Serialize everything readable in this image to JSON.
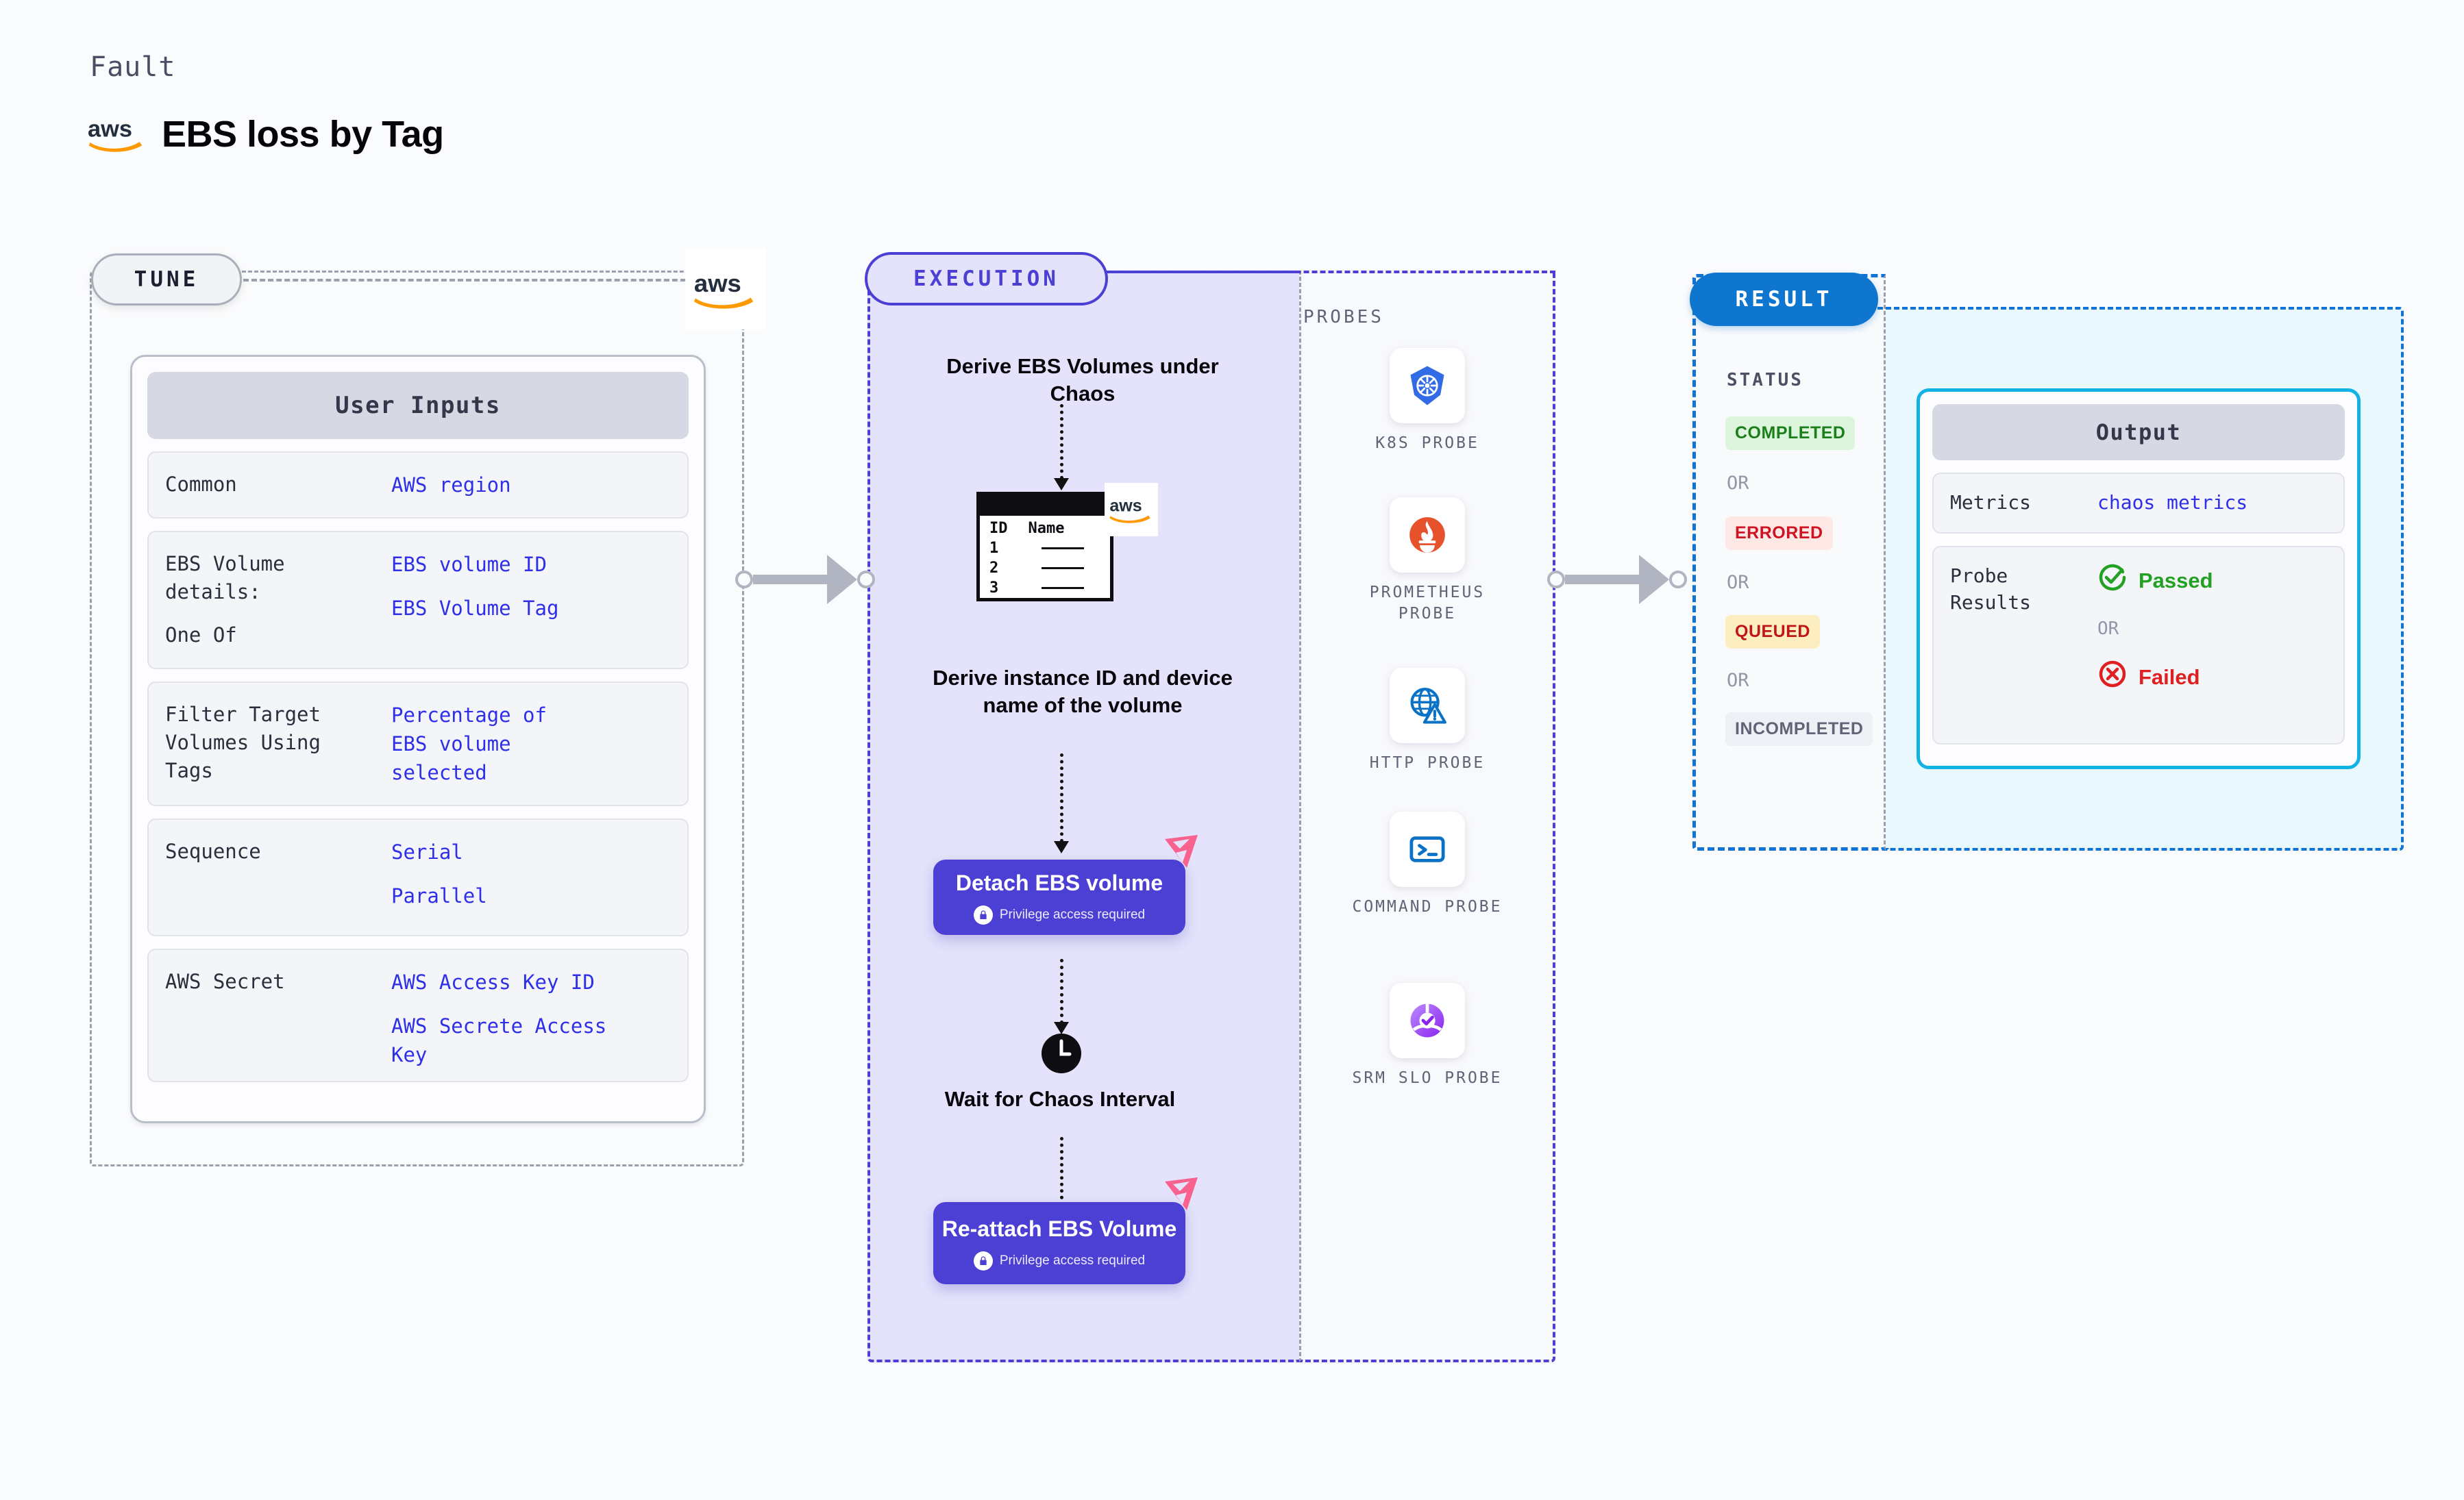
{
  "header": {
    "kicker": "Fault",
    "title": "EBS loss by Tag",
    "logo_icon": "aws-logo-icon"
  },
  "tune": {
    "pill_label": "TUNE",
    "aws_badge_icon": "aws-logo-icon",
    "card": {
      "header": "User Inputs",
      "rows": [
        {
          "label": "Common",
          "values": [
            "AWS region"
          ]
        },
        {
          "label": "EBS Volume details:\nOne Of",
          "label_l1": "EBS Volume",
          "label_l2": "details:",
          "label_l3": "One Of",
          "values": [
            "EBS volume ID",
            "EBS Volume Tag"
          ]
        },
        {
          "label": "Filter Target Volumes Using Tags",
          "label_l1": "Filter Target",
          "label_l2": "Volumes Using",
          "label_l3": "Tags",
          "values": [
            "Percentage of EBS volume selected"
          ]
        },
        {
          "label": "Sequence",
          "values": [
            "Serial",
            "Parallel"
          ]
        },
        {
          "label": "AWS Secret",
          "values": [
            "AWS Access Key ID",
            "AWS Secrete Access Key"
          ]
        }
      ]
    }
  },
  "execution": {
    "pill_label": "EXECUTION",
    "steps": [
      {
        "kind": "text",
        "title": "Derive EBS Volumes under Chaos"
      },
      {
        "kind": "table",
        "columns": [
          "ID",
          "Name"
        ],
        "rows": [
          "1",
          "2",
          "3"
        ],
        "badge_icon": "aws-logo-icon"
      },
      {
        "kind": "text",
        "title": "Derive instance ID and device name of the volume"
      },
      {
        "kind": "action",
        "title": "Detach EBS volume",
        "note": "Privilege access required",
        "note_icon": "lock-icon",
        "corner_icon": "harness-ribbon-icon"
      },
      {
        "kind": "wait",
        "icon": "clock-icon",
        "title": "Wait for Chaos Interval"
      },
      {
        "kind": "action",
        "title": "Re-attach EBS Volume",
        "note": "Privilege access required",
        "note_icon": "lock-icon",
        "corner_icon": "harness-ribbon-icon"
      }
    ]
  },
  "probes": {
    "title": "PROBES",
    "items": [
      {
        "label": "K8S PROBE",
        "icon": "kubernetes-icon"
      },
      {
        "label": "PROMETHEUS PROBE",
        "icon": "prometheus-icon"
      },
      {
        "label": "HTTP PROBE",
        "icon": "http-globe-warning-icon"
      },
      {
        "label": "COMMAND PROBE",
        "icon": "terminal-icon"
      },
      {
        "label": "SRM SLO PROBE",
        "icon": "srm-slo-icon"
      }
    ]
  },
  "result": {
    "pill_label": "RESULT",
    "status_title": "STATUS",
    "or_label": "OR",
    "statuses": [
      {
        "label": "COMPLETED",
        "bg": "#ddf5dd",
        "fg": "#1b7f1b"
      },
      {
        "label": "ERRORED",
        "bg": "#fde8e6",
        "fg": "#cf1322"
      },
      {
        "label": "QUEUED",
        "bg": "#fdeec2",
        "fg": "#c01616"
      },
      {
        "label": "INCOMPLETED",
        "bg": "#eef0f5",
        "fg": "#5f6476"
      }
    ],
    "output": {
      "header": "Output",
      "metrics_label": "Metrics",
      "metrics_value": "chaos metrics",
      "probe_results_label_l1": "Probe",
      "probe_results_label_l2": "Results",
      "passed_label": "Passed",
      "failed_label": "Failed",
      "or_label": "OR",
      "passed_icon": "check-circle-icon",
      "failed_icon": "x-circle-icon"
    }
  },
  "colors": {
    "purple": "#4b3fd4",
    "exec_bg": "#e4e3fb",
    "result_blue": "#1174d4",
    "output_cyan": "#12b2e4",
    "accent_link": "#2f2fe8",
    "pink": "#f9628f"
  }
}
